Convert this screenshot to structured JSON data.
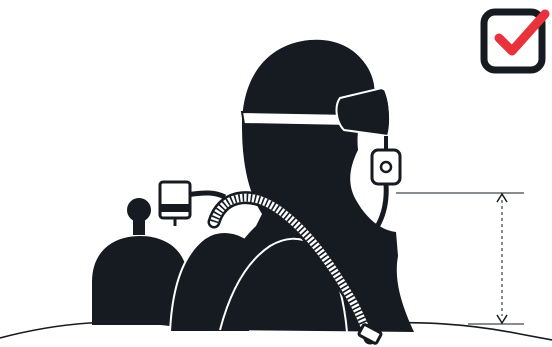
{
  "colors": {
    "background": "#ffffff",
    "silhouette": "#161b22",
    "outline": "#161b22",
    "accent_red": "#e8323c",
    "white": "#ffffff"
  },
  "icons": {
    "approval": "checkbox-checked-icon",
    "measurement": "vertical-dimension-arrow-icon"
  },
  "elements": {
    "diver": "diver-silhouette",
    "mask": "full-face-mask",
    "strap": "head-strap",
    "regulator": "mouthpiece-regulator",
    "cylinder": "air-cylinder",
    "gauge": "pressure-gauge",
    "hose": "corrugated-breathing-hose",
    "water": "water-surface-line"
  }
}
